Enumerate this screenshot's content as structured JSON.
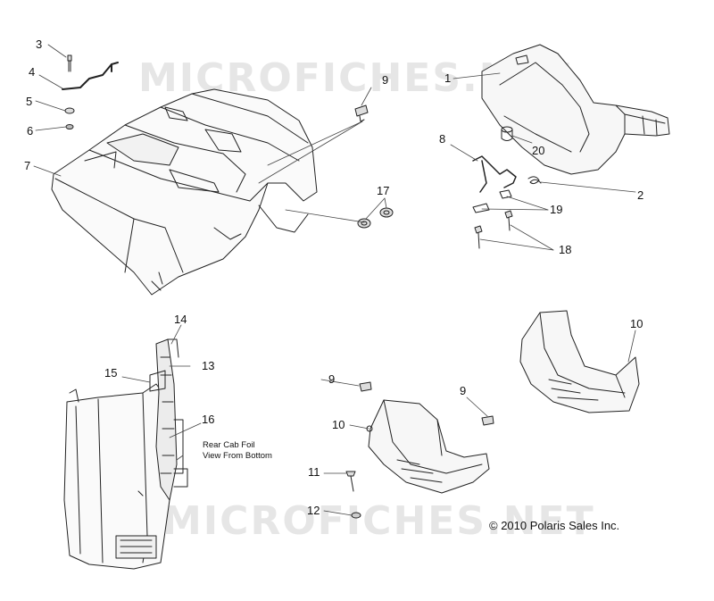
{
  "watermark": "MICROFICHES.NET",
  "copyright": "© 2010 Polaris Sales Inc.",
  "note": {
    "line1": "Rear Cab Foil",
    "line2": "View From Bottom"
  },
  "callouts": {
    "c1": "1",
    "c2": "2",
    "c3": "3",
    "c4": "4",
    "c5": "5",
    "c6": "6",
    "c7": "7",
    "c8": "8",
    "c9a": "9",
    "c9b": "9",
    "c9c": "9",
    "c10a": "10",
    "c10b": "10",
    "c11": "11",
    "c12": "12",
    "c13": "13",
    "c14": "14",
    "c15": "15",
    "c16": "16",
    "c17": "17",
    "c18": "18",
    "c19": "19",
    "c20": "20"
  }
}
